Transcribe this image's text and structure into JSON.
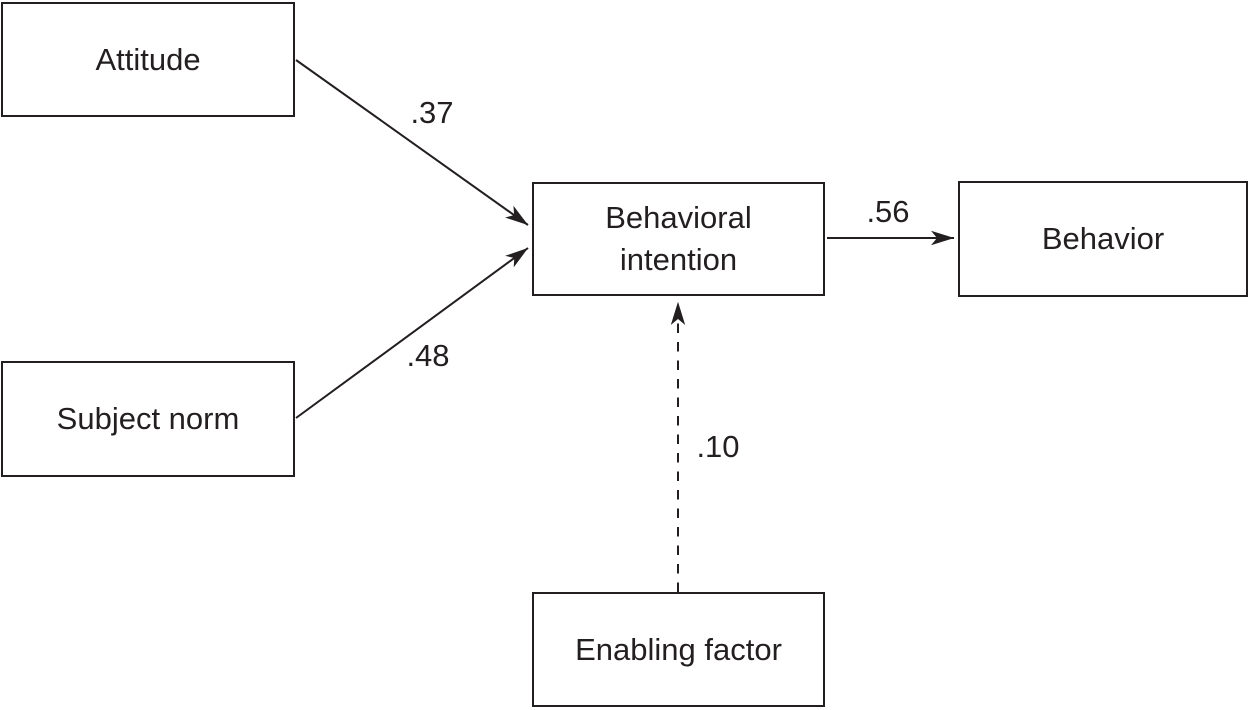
{
  "figure": {
    "type": "path-diagram",
    "background_color": "#ffffff",
    "line_color": "#231f20",
    "nodes": {
      "attitude": {
        "label": "Attitude"
      },
      "subject_norm": {
        "label": "Subject norm"
      },
      "behavioral_intention": {
        "label": "Behavioral intention"
      },
      "behavior": {
        "label": "Behavior"
      },
      "enabling_factor": {
        "label": "Enabling factor"
      }
    },
    "edges": {
      "attitude_to_intention": {
        "from": "Attitude",
        "to": "Behavioral intention",
        "coefficient": ".37",
        "style": "solid"
      },
      "subject_norm_to_intention": {
        "from": "Subject norm",
        "to": "Behavioral intention",
        "coefficient": ".48",
        "style": "solid"
      },
      "intention_to_behavior": {
        "from": "Behavioral intention",
        "to": "Behavior",
        "coefficient": ".56",
        "style": "solid"
      },
      "enabling_factor_to_intention": {
        "from": "Enabling factor",
        "to": "Behavioral intention",
        "coefficient": ".10",
        "style": "dashed"
      }
    }
  }
}
